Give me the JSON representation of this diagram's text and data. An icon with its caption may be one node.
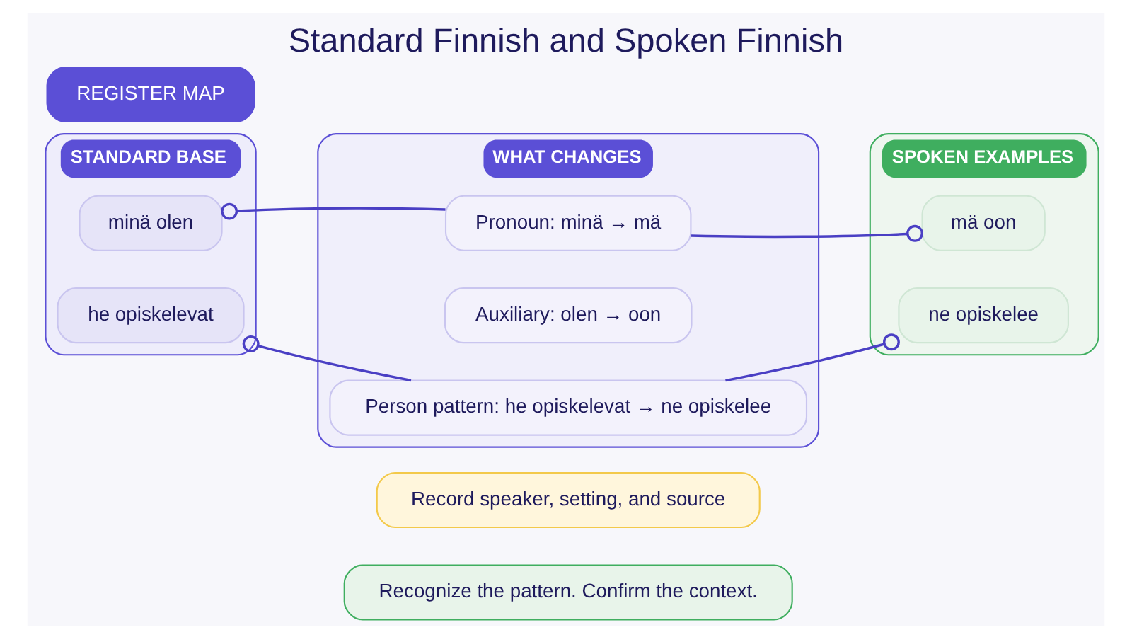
{
  "diagram": {
    "title": "Standard Finnish and Spoken Finnish",
    "nodes": [
      {
        "text": [
          "STANDARD BASE"
        ]
      },
      {
        "text": [
          "minä olen"
        ],
        "in": 0
      },
      {
        "text": [
          "he opiskelevat"
        ],
        "in": 0
      },
      {
        "text": [
          "WHAT CHANGES"
        ]
      },
      {
        "text": [
          "Pronoun: minä → mä"
        ],
        "in": 3
      },
      {
        "text": [
          "Auxiliary: olen → oon"
        ],
        "in": 3
      },
      {
        "text": [
          "Person pattern: he opiskelevat → ne opiskelee"
        ],
        "in": 3
      },
      {
        "text": [
          "SPOKEN EXAMPLES"
        ]
      },
      {
        "text": [
          "mä oon"
        ],
        "in": 7
      },
      {
        "text": [
          "ne opiskelee"
        ],
        "in": 7
      },
      {
        "text": [
          "Record speaker, setting, and source"
        ]
      },
      {
        "text": [
          "Recognize the pattern. Confirm the context."
        ]
      }
    ],
    "edges": [
      {
        "from": 1,
        "to": 4,
        "arrow": "other"
      },
      {
        "from": 8,
        "to": 4,
        "arrow": "other"
      },
      {
        "from": 2,
        "to": 6,
        "arrow": "other"
      },
      {
        "from": 9,
        "to": 6,
        "arrow": "other"
      }
    ],
    "labels": [
      "REGISTER MAP"
    ]
  }
}
